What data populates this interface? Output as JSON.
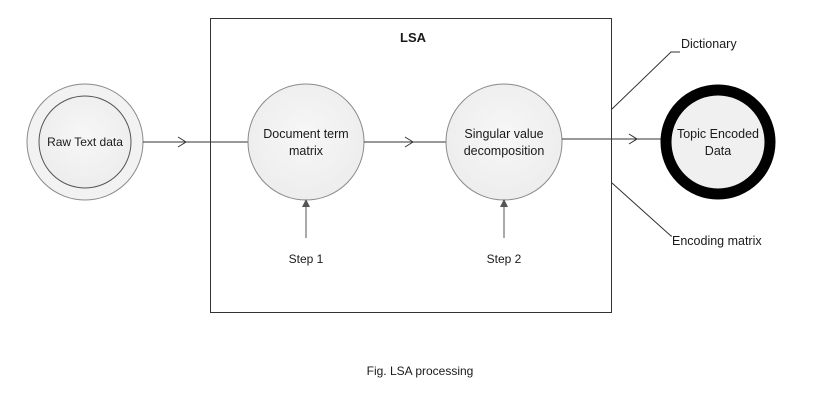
{
  "diagram": {
    "box_title": "LSA",
    "nodes": {
      "raw_text": "Raw Text data",
      "doc_term_line1": "Document term",
      "doc_term_line2": "matrix",
      "svd_line1": "Singular value",
      "svd_line2": "decomposition",
      "topic_line1": "Topic Encoded",
      "topic_line2": "Data"
    },
    "steps": {
      "step1": "Step 1",
      "step2": "Step  2"
    },
    "outputs": {
      "dictionary": "Dictionary",
      "encoding_matrix": "Encoding matrix"
    },
    "caption": "Fig. LSA processing"
  },
  "colors": {
    "stroke": "#4d4d4d",
    "node_fill": "#f2f2f2",
    "outer_node_fill": "#f4f4f4",
    "topic_ring": "#000000",
    "text": "#1a1a1a"
  }
}
